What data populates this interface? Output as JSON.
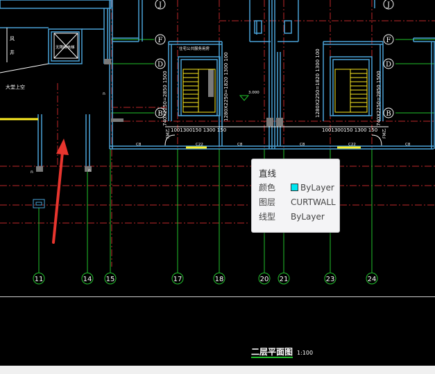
{
  "tooltip": {
    "title": "直线",
    "rows": [
      {
        "key": "颜色",
        "value": "ByLayer"
      },
      {
        "key": "图层",
        "value": "CURTWALL"
      },
      {
        "key": "线型",
        "value": "ByLayer"
      }
    ],
    "swatch_color": "#00e5f0"
  },
  "drawing": {
    "title": "二层平面图",
    "scale": "1:100",
    "axis_labels_bottom": [
      "11",
      "14",
      "15",
      "17",
      "18",
      "20",
      "21",
      "23",
      "24"
    ],
    "axis_labels_side": [
      "J",
      "F",
      "D",
      "B",
      "J",
      "F",
      "D",
      "B"
    ],
    "room_label_left": "大堂上空",
    "room_label_elevator": "无障碍电梯",
    "room_label_stair": "住宅公共服务用房",
    "stair_dim_left": "740X2250=2850 1500",
    "stair_dim_left2": "1280X2250=1820 1300 100",
    "stair_dim_right": "1280X2250=1820 1300 100",
    "stair_dim_right2": "740X2250=2850 1500",
    "dim_bottom_left": "1001300150 1300 150",
    "dim_bottom_right": "1001300150 1300 150",
    "elevation_mark": "3.000",
    "window_labels": [
      "C8",
      "C22",
      "C8",
      "C8",
      "C22",
      "C8"
    ],
    "door_labels": [
      "FM乙",
      "FM乙"
    ],
    "misc_labels": [
      "风",
      "井",
      "n",
      "n",
      "n"
    ],
    "colors": {
      "background": "#000000",
      "wall": "#4aa3d8",
      "wall_fill": "#1c5f86",
      "axis_red": "#c0282a",
      "grid_green": "#22c32d",
      "stair_yellow": "#ffee22",
      "text_white": "#ffffff",
      "annotation_red": "#e8352e"
    }
  }
}
